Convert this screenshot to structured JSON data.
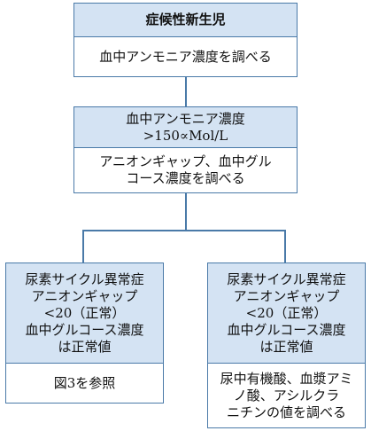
{
  "box1": {
    "header": "症候性新生児",
    "body": "血中アンモニア濃度を調べる"
  },
  "box2": {
    "header_lines": [
      "血中アンモニア濃度",
      ">150∝Mol/L"
    ],
    "body_lines": [
      "アニオンギャップ、血中グル",
      "コース濃度を調べる"
    ]
  },
  "box_left": {
    "header_lines": [
      "尿素サイクル異常症",
      "アニオンギャップ",
      "<20（正常）",
      "血中グルコース濃度",
      "は正常値"
    ],
    "body": "図3を参照"
  },
  "box_right": {
    "header_lines": [
      "尿素サイクル異常症",
      "アニオンギャップ",
      "<20（正常）",
      "血中グルコース濃度",
      "は正常値"
    ],
    "body_lines": [
      "尿中有機酸、血漿アミ",
      "ノ酸、アシルクラ",
      "ニチンの値を調べる"
    ]
  },
  "colors": {
    "header_fill": "#d4e3f3",
    "border": "#4a7aa8"
  }
}
